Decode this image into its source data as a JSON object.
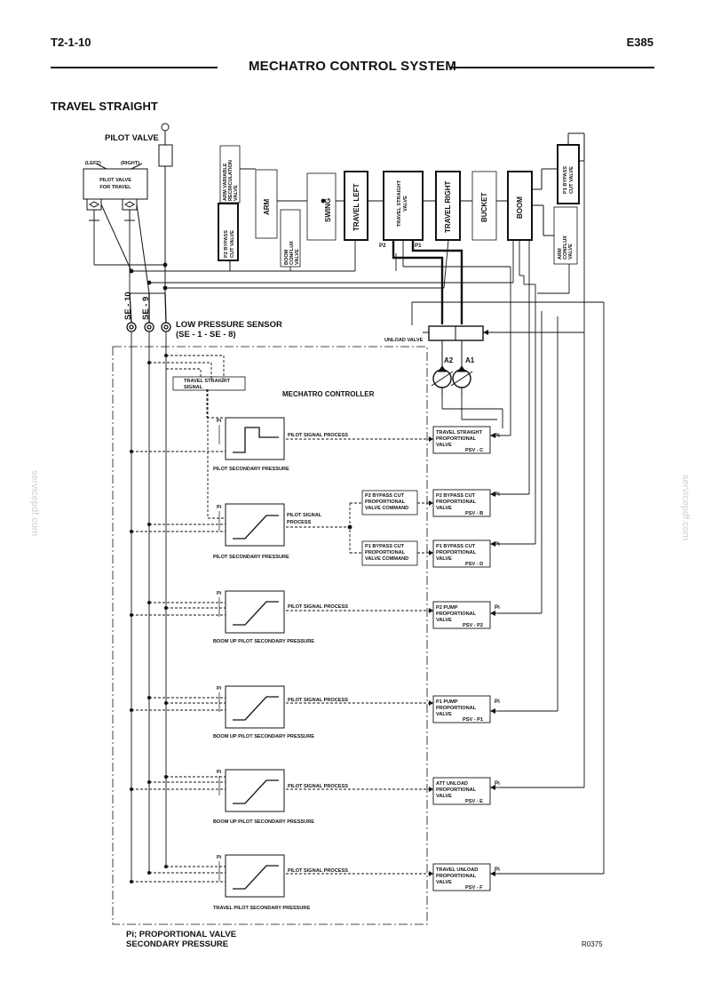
{
  "header": {
    "page_code": "T2-1-10",
    "model": "E385",
    "title": "MECHATRO CONTROL SYSTEM"
  },
  "section_title": "TRAVEL STRAIGHT",
  "pilot": {
    "title": "PILOT VALVE",
    "left": "(LEFT)",
    "right": "(RIGHT)",
    "box_line1": "PILOT VALVE",
    "box_line2": "FOR TRAVEL"
  },
  "sensors": {
    "se10": "SE - 10",
    "se9": "SE - 9",
    "low_pressure_line1": "LOW PRESSURE SENSOR",
    "low_pressure_line2": "(SE - 1 - SE - 8)"
  },
  "valves": {
    "arm_var": [
      "ARM VARIABLE",
      "RECIRCULATION",
      "VALVE"
    ],
    "arm": "ARM",
    "p2_bypass": [
      "P2 BYPASS",
      "CUT VALVE"
    ],
    "boom_conflux": [
      "BOOM",
      "CONFLUX",
      "VALVE"
    ],
    "swing": "SWING",
    "travel_left": "TRAVEL LEFT",
    "travel_straight": [
      "TRAVEL STRAIGHT",
      "VALVE"
    ],
    "travel_right": "TRAVEL RIGHT",
    "bucket": "BUCKET",
    "boom": "BOOM",
    "p1_bypass": [
      "P1 BYPASS",
      "CUT VALVE"
    ],
    "arm_conflux": [
      "ARM",
      "CONFLUX",
      "VALVE"
    ],
    "p2": "P2",
    "p1": "P1",
    "unload": "UNLOAD VALVE",
    "a2": "A2",
    "a1": "A1"
  },
  "controller": {
    "title": "MECHATRO CONTROLLER",
    "ts_signal": [
      "TRAVEL STRAIGHT",
      "SIGNAL"
    ],
    "pi": "Pi",
    "pilot_signal_process": "PILOT SIGNAL PROCESS",
    "pilot_signal_process_2": [
      "PILOT SIGNAL",
      "PROCESS"
    ],
    "pilot_secondary_pressure": "PILOT SECONDARY PRESSURE",
    "boom_up_pressure": "BOOM UP PILOT SECONDARY PRESSURE",
    "travel_pilot_pressure": "TRAVEL PILOT SECONDARY PRESSURE",
    "p2_cmd": [
      "P2 BYPASS CUT",
      "PROPORTIONAL",
      "VALVE COMMAND"
    ],
    "p1_cmd": [
      "P1 BYPASS CUT",
      "PROPORTIONAL",
      "VALVE COMMAND"
    ]
  },
  "psv": [
    {
      "l1": "TRAVEL STRAIGHT",
      "l2": "PROPORTIONAL",
      "l3": "VALVE",
      "code": "PSV - C"
    },
    {
      "l1": "P2 BYPASS CUT",
      "l2": "PROPORTIONAL",
      "l3": "VALVE",
      "code": "PSV - B"
    },
    {
      "l1": "P1 BYPASS CUT",
      "l2": "PROPORTIONAL",
      "l3": "VALVE",
      "code": "PSV - D"
    },
    {
      "l1": "P2 PUMP",
      "l2": "PROPORTIONAL",
      "l3": "VALVE",
      "code": "PSV - P2"
    },
    {
      "l1": "P1 PUMP",
      "l2": "PROPORTIONAL",
      "l3": "VALVE",
      "code": "PSV - P1"
    },
    {
      "l1": "ATT UNLOAD",
      "l2": "PROPORTIONAL",
      "l3": "VALVE",
      "code": "PSV - E"
    },
    {
      "l1": "TRAVEL UNLOAD",
      "l2": "PROPORTIONAL",
      "l3": "VALVE",
      "code": "PSV - F"
    }
  ],
  "legend": [
    "Pi; PROPORTIONAL VALVE",
    "SECONDARY PRESSURE"
  ],
  "figure_code": "R0375",
  "watermark": "servicepdf.com"
}
